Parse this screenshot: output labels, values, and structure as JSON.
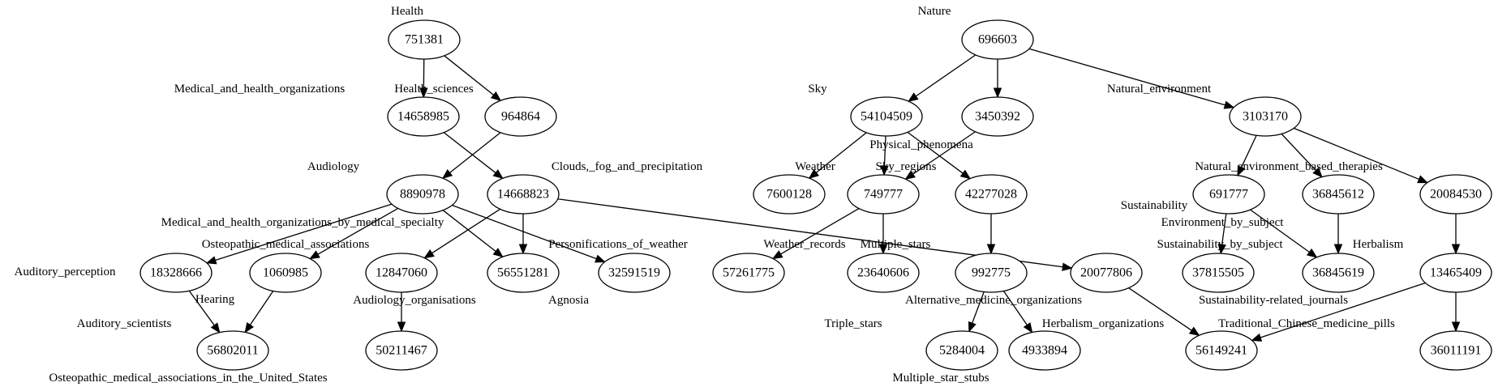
{
  "nodes": [
    {
      "id": "751381"
    },
    {
      "id": "14658985"
    },
    {
      "id": "964864"
    },
    {
      "id": "8890978"
    },
    {
      "id": "14668823"
    },
    {
      "id": "18328666"
    },
    {
      "id": "1060985"
    },
    {
      "id": "12847060"
    },
    {
      "id": "56551281"
    },
    {
      "id": "32591519"
    },
    {
      "id": "56802011"
    },
    {
      "id": "50211467"
    },
    {
      "id": "696603"
    },
    {
      "id": "54104509"
    },
    {
      "id": "3450392"
    },
    {
      "id": "3103170"
    },
    {
      "id": "7600128"
    },
    {
      "id": "749777"
    },
    {
      "id": "42277028"
    },
    {
      "id": "57261775"
    },
    {
      "id": "23640606"
    },
    {
      "id": "992775"
    },
    {
      "id": "20077806"
    },
    {
      "id": "5284004"
    },
    {
      "id": "4933894"
    },
    {
      "id": "691777"
    },
    {
      "id": "36845612"
    },
    {
      "id": "20084530"
    },
    {
      "id": "37815505"
    },
    {
      "id": "36845619"
    },
    {
      "id": "13465409"
    },
    {
      "id": "56149241"
    },
    {
      "id": "36011191"
    }
  ],
  "edges": [
    [
      "751381",
      "14658985"
    ],
    [
      "751381",
      "964864"
    ],
    [
      "964864",
      "8890978"
    ],
    [
      "14658985",
      "14668823"
    ],
    [
      "8890978",
      "18328666"
    ],
    [
      "8890978",
      "1060985"
    ],
    [
      "8890978",
      "56551281"
    ],
    [
      "8890978",
      "32591519"
    ],
    [
      "14668823",
      "12847060"
    ],
    [
      "14668823",
      "56551281"
    ],
    [
      "14668823",
      "20077806"
    ],
    [
      "18328666",
      "56802011"
    ],
    [
      "1060985",
      "56802011"
    ],
    [
      "12847060",
      "50211467"
    ],
    [
      "696603",
      "54104509"
    ],
    [
      "696603",
      "3450392"
    ],
    [
      "696603",
      "3103170"
    ],
    [
      "54104509",
      "7600128"
    ],
    [
      "54104509",
      "749777"
    ],
    [
      "54104509",
      "42277028"
    ],
    [
      "3450392",
      "749777"
    ],
    [
      "749777",
      "57261775"
    ],
    [
      "749777",
      "23640606"
    ],
    [
      "42277028",
      "992775"
    ],
    [
      "992775",
      "5284004"
    ],
    [
      "992775",
      "4933894"
    ],
    [
      "20077806",
      "56149241"
    ],
    [
      "3103170",
      "691777"
    ],
    [
      "3103170",
      "36845612"
    ],
    [
      "3103170",
      "20084530"
    ],
    [
      "691777",
      "37815505"
    ],
    [
      "691777",
      "36845619"
    ],
    [
      "36845612",
      "36845619"
    ],
    [
      "20084530",
      "13465409"
    ],
    [
      "13465409",
      "56149241"
    ],
    [
      "13465409",
      "36011191"
    ]
  ],
  "labels": [
    "Health",
    "Medical_and_health_organizations",
    "Health_sciences",
    "Audiology",
    "Clouds,_fog_and_precipitation",
    "Medical_and_health_organizations_by_medical_specialty",
    "Auditory_perception",
    "Osteopathic_medical_associations",
    "Personifications_of_weather",
    "Hearing",
    "Audiology_organisations",
    "Agnosia",
    "Auditory_scientists",
    "Osteopathic_medical_associations_in_the_United_States",
    "Nature",
    "Sky",
    "Natural_environment",
    "Physical_phenomena",
    "Weather",
    "Sky_regions",
    "Natural_environment_based_therapies",
    "Sustainability",
    "Environment_by_subject",
    "Weather_records",
    "Multiple_stars",
    "Sustainability_by_subject",
    "Herbalism",
    "Alternative_medicine_organizations",
    "Sustainability-related_journals",
    "Triple_stars",
    "Herbalism_organizations",
    "Traditional_Chinese_medicine_pills",
    "Multiple_star_stubs"
  ]
}
